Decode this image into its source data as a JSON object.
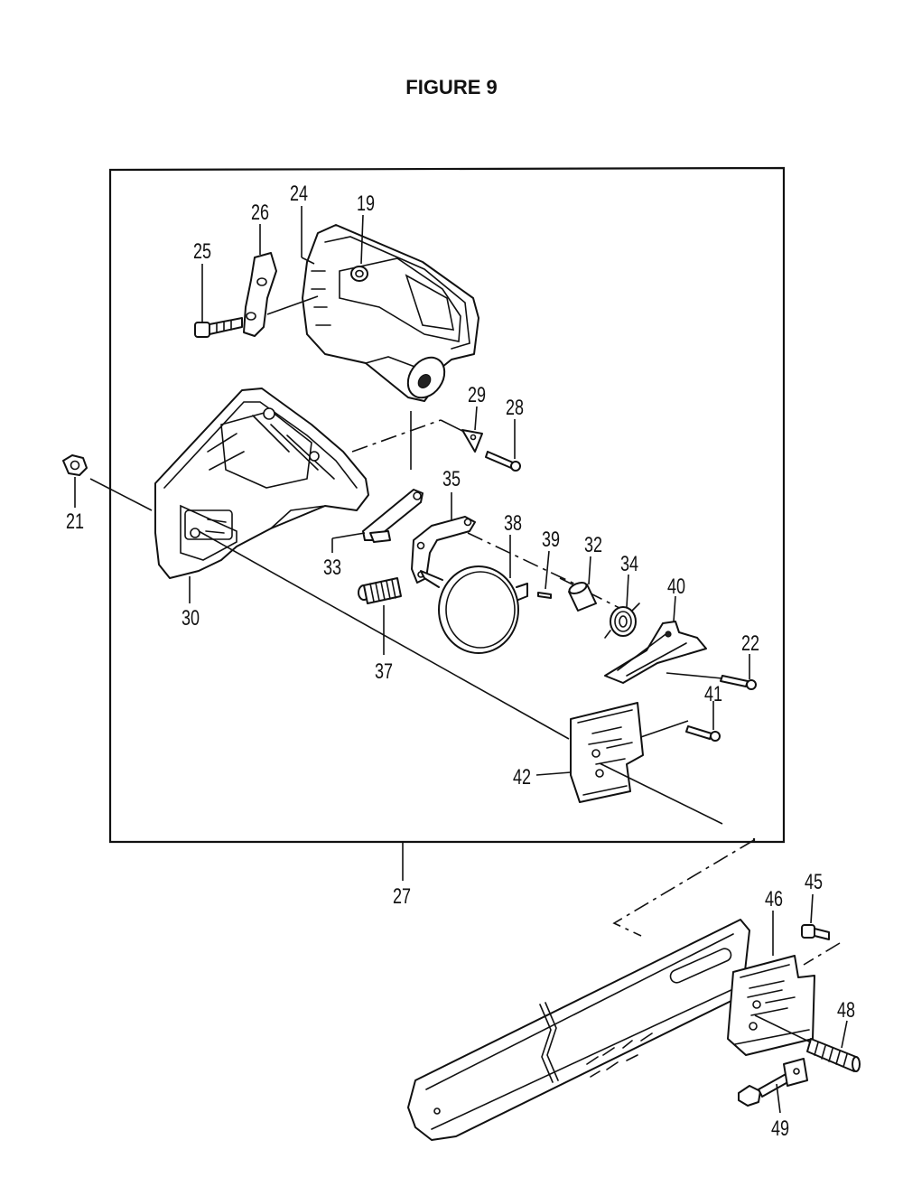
{
  "figure": {
    "title": "FIGURE 9"
  },
  "callouts": {
    "p19": "19",
    "p21": "21",
    "p22": "22",
    "p24": "24",
    "p25": "25",
    "p26": "26",
    "p27": "27",
    "p28": "28",
    "p29": "29",
    "p30": "30",
    "p32": "32",
    "p33": "33",
    "p34": "34",
    "p35": "35",
    "p37": "37",
    "p38": "38",
    "p39": "39",
    "p40": "40",
    "p41": "41",
    "p42": "42",
    "p45": "45",
    "p46": "46",
    "p48": "48",
    "p49": "49"
  }
}
